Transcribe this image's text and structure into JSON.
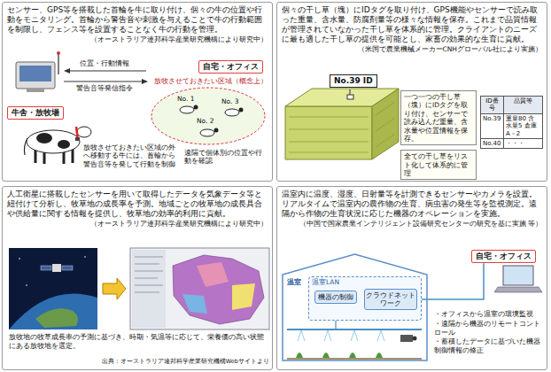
{
  "diagram": {
    "nodes": [
      {
        "text": [
          "センサー、GPS等を搭載した首輪を牛に取り付け、個々の牛の位置や行動をモニタリング。首輪から警告音や刺激を与えることで牛の行動範囲を制限し、フェンス等を設置することなく牛の行動を管理。",
          "（オーストラリア連邦科学産業研究機構により研究中）"
        ]
      },
      {
        "text": [
          "自宅・オフィス"
        ],
        "in": 0
      },
      {
        "text": [
          "牛舎・放牧場"
        ],
        "in": 0
      },
      {
        "text": [
          "個々の干し草（塊）にIDタグを取り付け、GPS機能やセンサーで読み取った重量、含水量、防腐剤量等の様々な情報を保存。これまで品質情報が管理されていなかった干し草を体系的に管理。クライアントのニーズに最も適した干し草の提供を可能とし、家畜の効果的な生育に貢献。",
          "（米国で農業機械メーカーCNHグローバル社により実施）"
        ]
      },
      {
        "text": [
          "No.39 ID"
        ],
        "in": 3
      },
      {
        "text": [
          "一つ一つの干し草（塊）にIDタグを取り付け、センサーで読み込んだ重量、含水量や位置情報を保存。"
        ],
        "in": 3
      },
      {
        "text": [
          "全ての干し草をリスト化して体系的に管理"
        ],
        "in": 3
      },
      {
        "text": [
          "人工衛星に搭載したセンサーを用いて取得したデータを気象データ等と紐付けて分析し、牧草地の成長率を予測。地域ごとの牧草地の成長具合や供給量に関する情報を提供し、牧草地の効率的利用に貢献。",
          "（オーストラリア連邦科学産業研究機構により研究中）"
        ]
      },
      {
        "text": [
          "温室内に温度、湿度、日射量等を計測できるセンサーやカメラを設置。リアルタイムで温室内の農作物の生育、病虫害の発生等を監視測定。遠隔から作物の生育状況に応じた機器のオペレーションを実施。",
          "（中国で国家農業インテリジェント設備研究センターの研究を基に実施 等）"
        ]
      },
      {
        "text": [
          "自宅・オフィス"
        ],
        "in": 8
      },
      {
        "text": [
          "温室"
        ],
        "in": 8
      },
      {
        "text": [
          "温室LAN"
        ],
        "in": 10
      },
      {
        "text": [
          "機器の制御"
        ],
        "in": 11
      },
      {
        "text": [
          "クラウドネットワーク"
        ],
        "in": 11
      }
    ],
    "edges": [
      {
        "from": 13,
        "to": 9,
        "arrow": "none"
      }
    ],
    "labels": [
      "位置・行動情報",
      "警告音等発信指令",
      "放牧させておきたい区域（概念上）",
      "No. 1",
      "No. 3",
      "No. 2",
      "遠隔で個体別の位置や行動を確認",
      "放牧させておきたい区域の外へ移動する牛には、首輪から警告音等を発して行動を制御",
      "ID番号",
      "品質等",
      "No.39",
      "重量80 含水量5 倉庫A－2",
      "No.40",
      "・・・",
      "放牧地の牧草成長率の予測に基づき、時期・気温等に応じて、栄養価の高い状態にある放牧地を選定。",
      "出典：オーストラリア連邦科学産業研究機構Webサイトより",
      "・オフィスから温室の環境監視",
      "・遠隔から機器のリモートコントロール",
      "・蓄積したデータに基づいた機器制御情報の修正"
    ]
  }
}
